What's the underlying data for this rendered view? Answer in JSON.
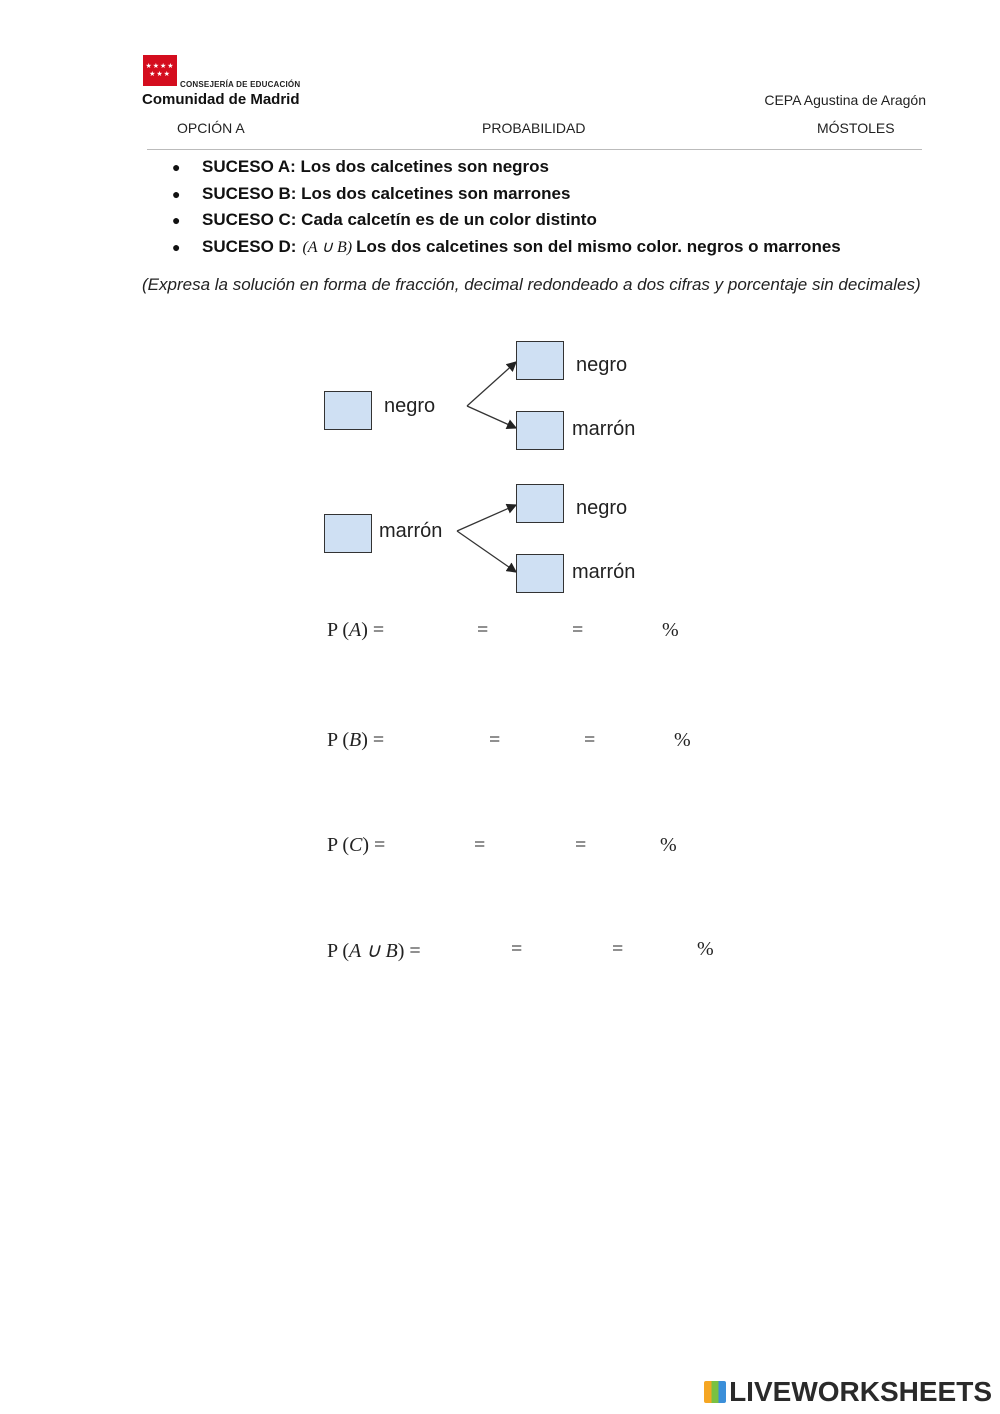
{
  "header": {
    "logo_stars": "★★★★ ★★★",
    "logo_subtitle": "CONSEJERÍA DE EDUCACIÓN",
    "logo_title": "Comunidad de Madrid",
    "school": "CEPA Agustina de Aragón",
    "left": "OPCIÓN A",
    "center": "PROBABILIDAD",
    "right": "MÓSTOLES"
  },
  "events": [
    {
      "label": "SUCESO A: Los dos calcetines son negros"
    },
    {
      "label": "SUCESO B: Los dos calcetines son marrones"
    },
    {
      "label": "SUCESO C: Cada calcetín es de un color distinto"
    },
    {
      "label": "SUCESO D:",
      "formula": "(A ∪ B)",
      "rest": "Los dos calcetines son del mismo color. negros o marrones"
    }
  ],
  "bullet": "●",
  "note": "(Expresa la solución en forma de fracción, decimal redondeado a dos cifras y porcentaje sin decimales)",
  "tree": {
    "first": [
      "negro",
      "marrón"
    ],
    "second": [
      "negro",
      "marrón",
      "negro",
      "marrón"
    ]
  },
  "equations": [
    {
      "prefix": "P (",
      "event": "A",
      "suffix": ") ="
    },
    {
      "prefix": "P (",
      "event": "B",
      "suffix": ") ="
    },
    {
      "prefix": "P (",
      "event": "C",
      "suffix": ") ="
    },
    {
      "prefix": "P (",
      "event": "A ∪ B",
      "suffix": ") ="
    }
  ],
  "equals_sign": "=",
  "percent_sign": "%",
  "watermark": "LIVEWORKSHEETS"
}
